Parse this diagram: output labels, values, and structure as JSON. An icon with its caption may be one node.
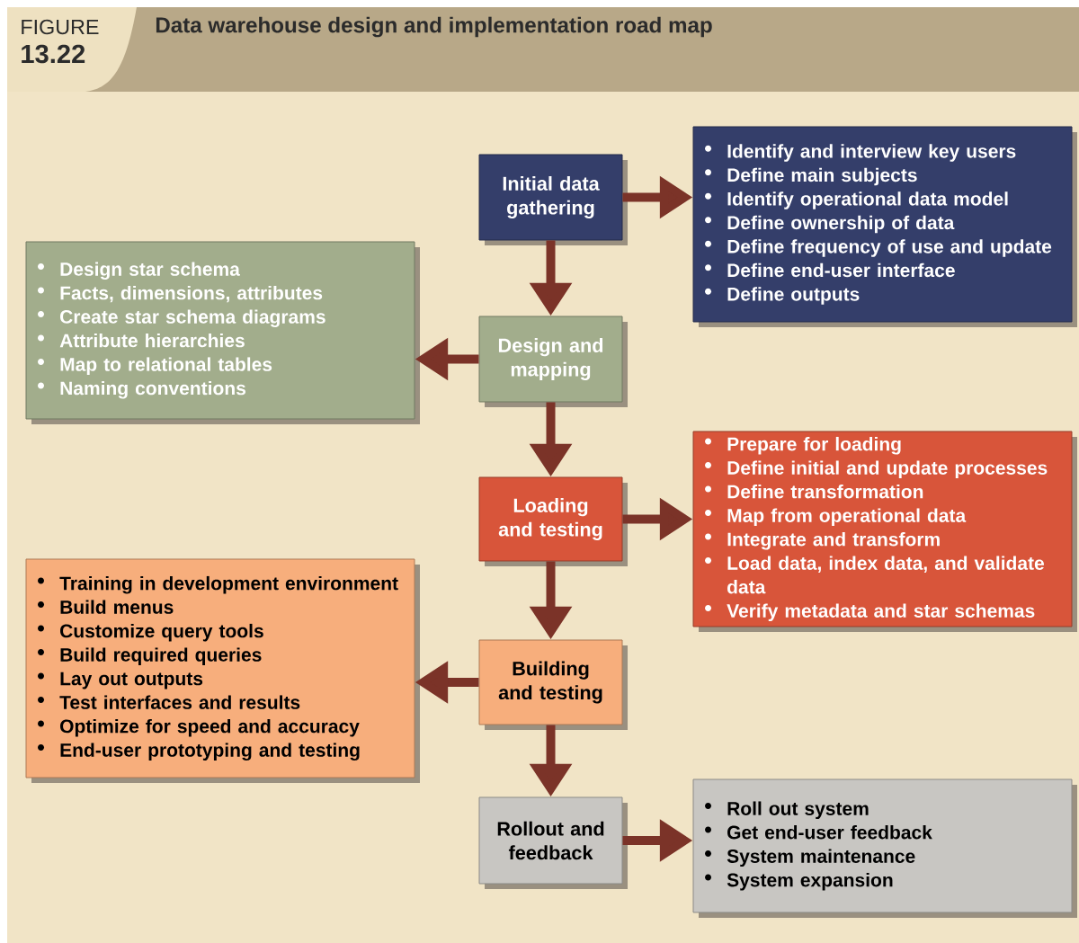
{
  "diagram": {
    "title": "Data warehouse design and implementation road map",
    "labels": [
      "FIGURE",
      "13.22"
    ],
    "nodes": [
      {
        "text": [
          "Initial data gathering"
        ]
      },
      {
        "text": [
          "Identify and interview key users",
          "Define main subjects",
          "Identify operational data model",
          "Define ownership of data",
          "Define frequency of use and update",
          "Define end-user interface",
          "Define outputs"
        ]
      },
      {
        "text": [
          "Design and mapping"
        ]
      },
      {
        "text": [
          "Design star schema",
          "Facts, dimensions, attributes",
          "Create star schema diagrams",
          "Attribute hierarchies",
          "Map to relational tables",
          "Naming conventions"
        ]
      },
      {
        "text": [
          "Loading and testing"
        ]
      },
      {
        "text": [
          "Prepare for loading",
          "Define initial and update processes",
          "Define transformation",
          "Map from operational data",
          "Integrate and transform",
          "Load data, index data, and validate data",
          "Verify metadata and star schemas"
        ]
      },
      {
        "text": [
          "Building and testing"
        ]
      },
      {
        "text": [
          "Training in development environment",
          "Build menus",
          "Customize query tools",
          "Build required queries",
          "Lay out outputs",
          "Test interfaces and results",
          "Optimize for speed and accuracy",
          "End-user prototyping and testing"
        ]
      },
      {
        "text": [
          "Rollout and feedback"
        ]
      },
      {
        "text": [
          "Roll out system",
          "Get end-user feedback",
          "System maintenance",
          "System expansion"
        ]
      }
    ],
    "edges": [
      {
        "from": 0,
        "to": 1,
        "arrow": "to"
      },
      {
        "from": 0,
        "to": 2,
        "arrow": "to"
      },
      {
        "from": 2,
        "to": 3,
        "arrow": "to"
      },
      {
        "from": 2,
        "to": 4,
        "arrow": "to"
      },
      {
        "from": 4,
        "to": 5,
        "arrow": "to"
      },
      {
        "from": 4,
        "to": 6,
        "arrow": "to"
      },
      {
        "from": 6,
        "to": 7,
        "arrow": "to"
      },
      {
        "from": 6,
        "to": 8,
        "arrow": "to"
      },
      {
        "from": 8,
        "to": 9,
        "arrow": "to"
      }
    ]
  }
}
